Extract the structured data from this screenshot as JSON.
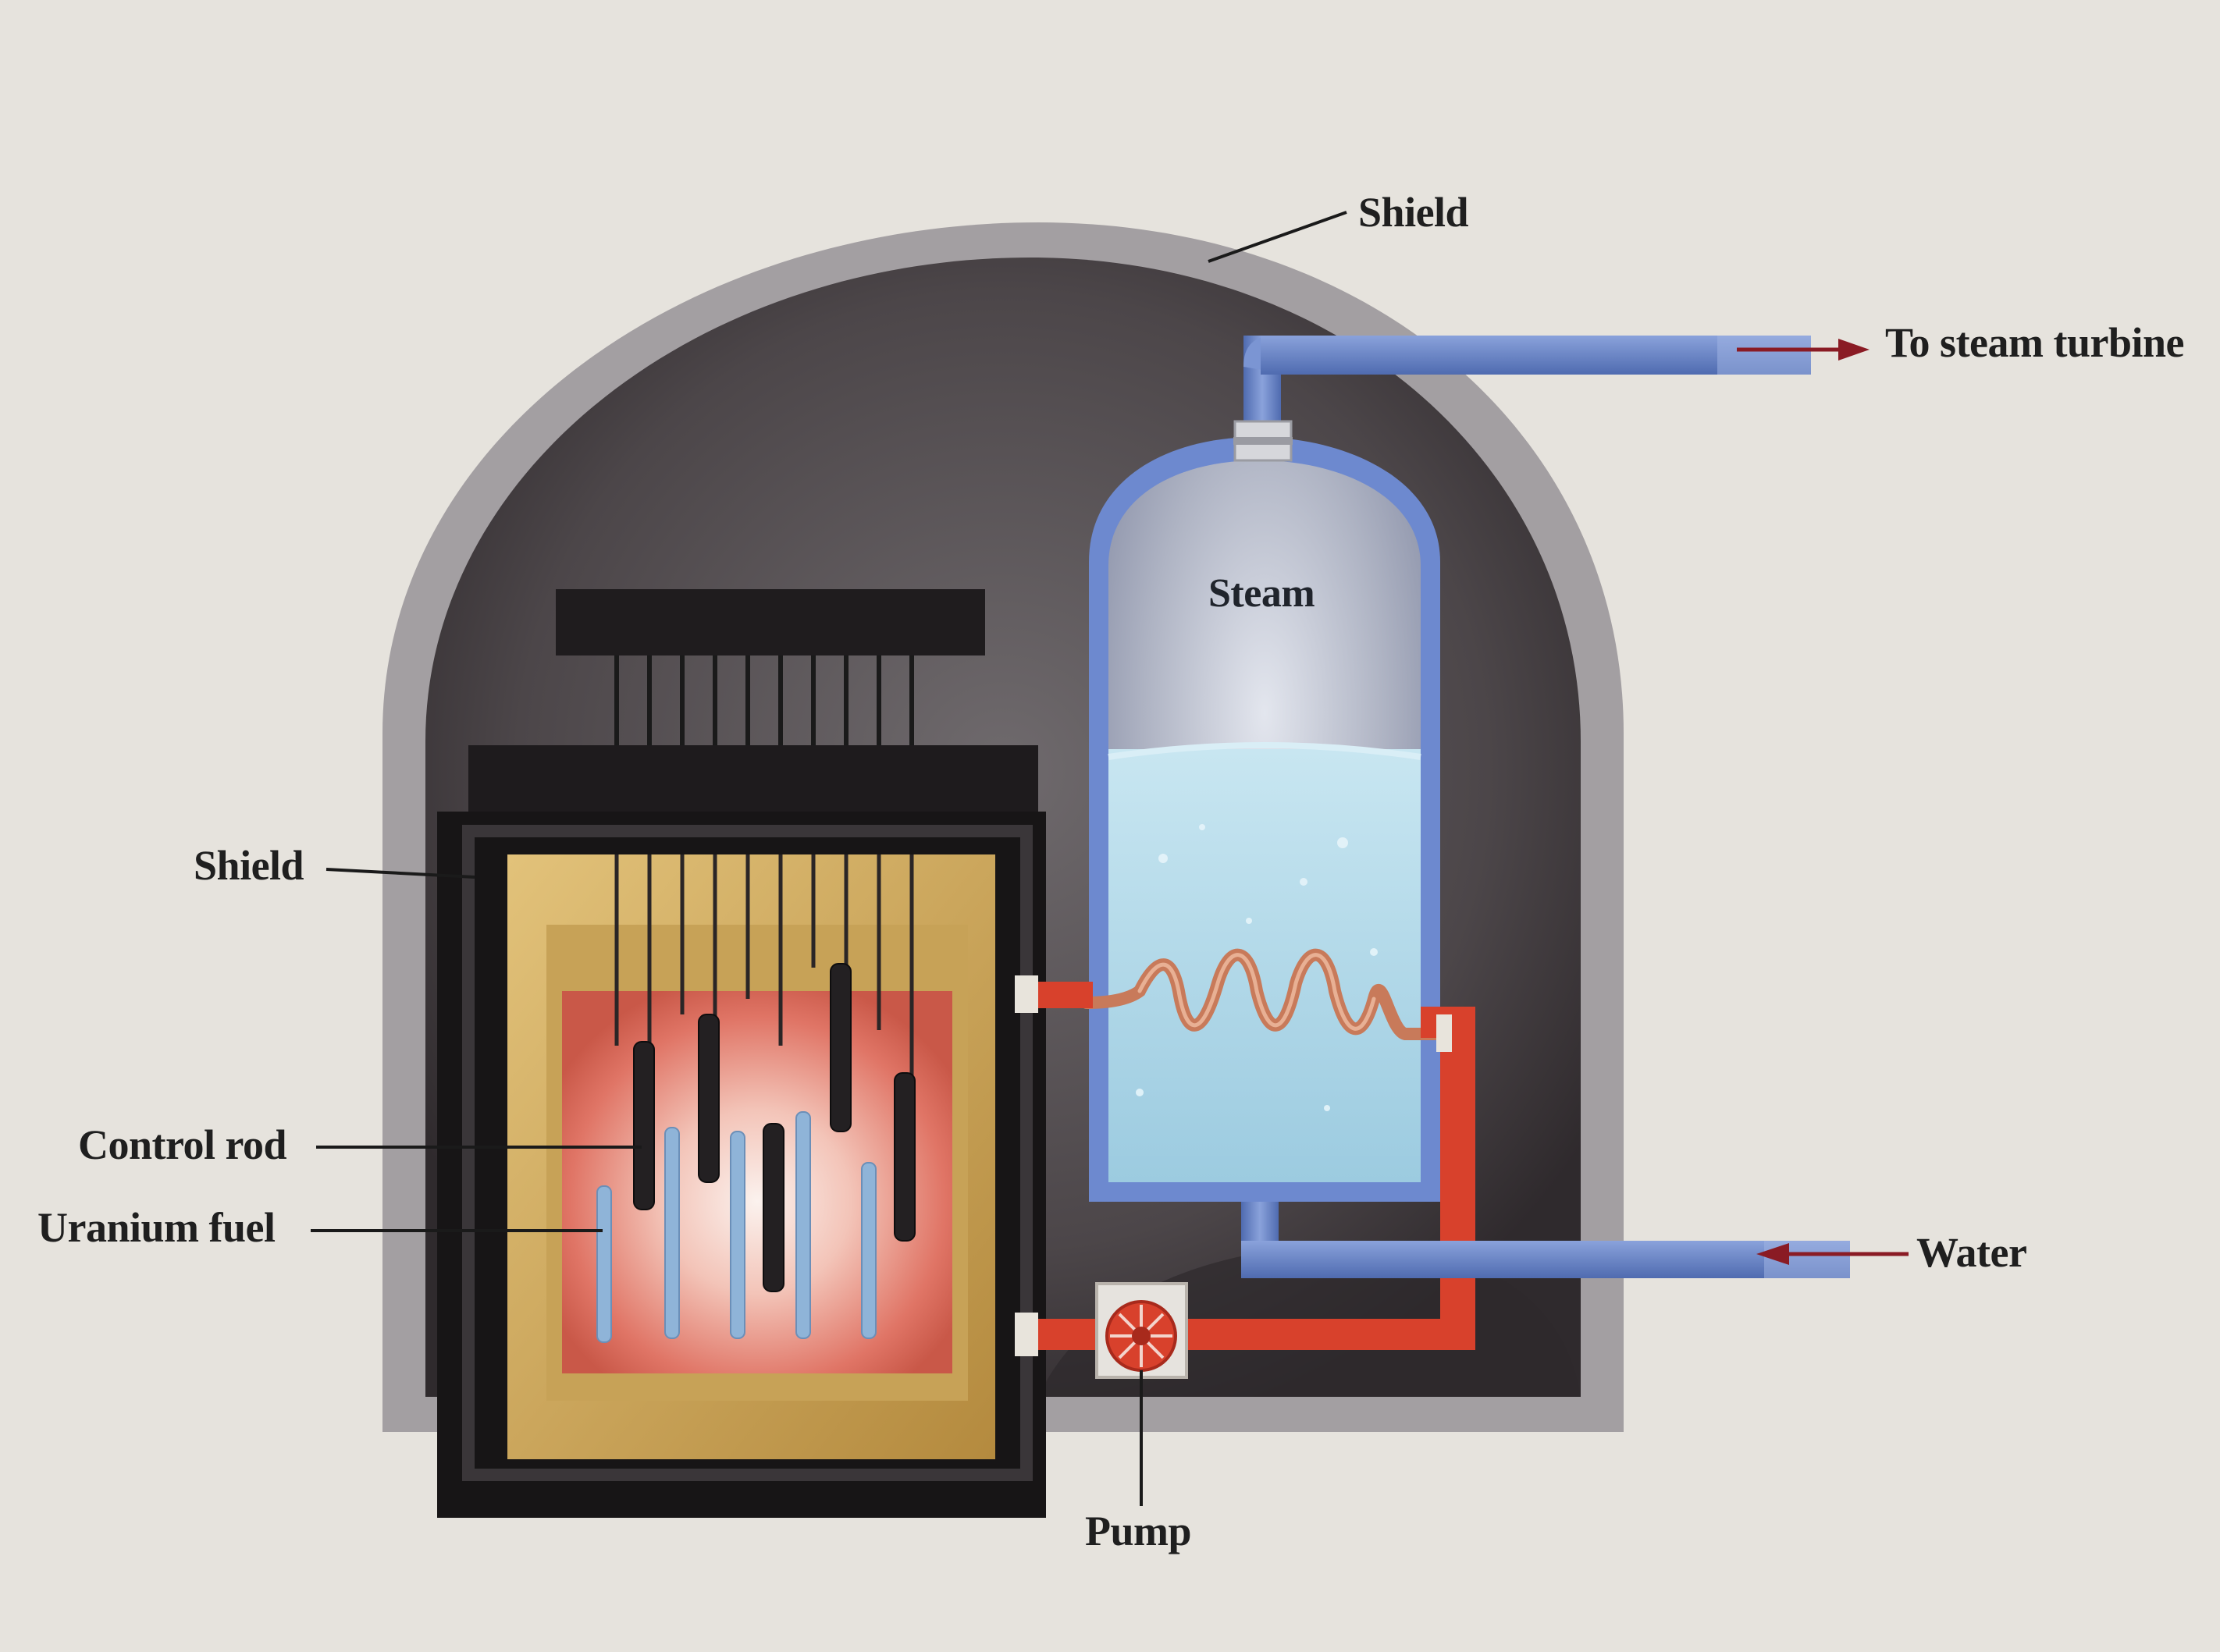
{
  "labels": {
    "shield_top": "Shield",
    "shield_left": "Shield",
    "to_steam_turbine": "To steam turbine",
    "steam": "Steam",
    "control_rod": "Control rod",
    "uranium_fuel": "Uranium fuel",
    "water": "Water",
    "pump": "Pump"
  },
  "colors": {
    "background": "#e6e3dd",
    "shield_outer": "#a39fa2",
    "shield_interior": "#4a4548",
    "pipe_blue": "#6b86c8",
    "pipe_red": "#d8412c",
    "core_gold": "#c9a55a",
    "core_glow": "#e5796a",
    "water": "#a9d4e6",
    "steam_gray": "#b8bcc8",
    "heating_coil": "#c87a5a",
    "arrow": "#8a1b24"
  }
}
